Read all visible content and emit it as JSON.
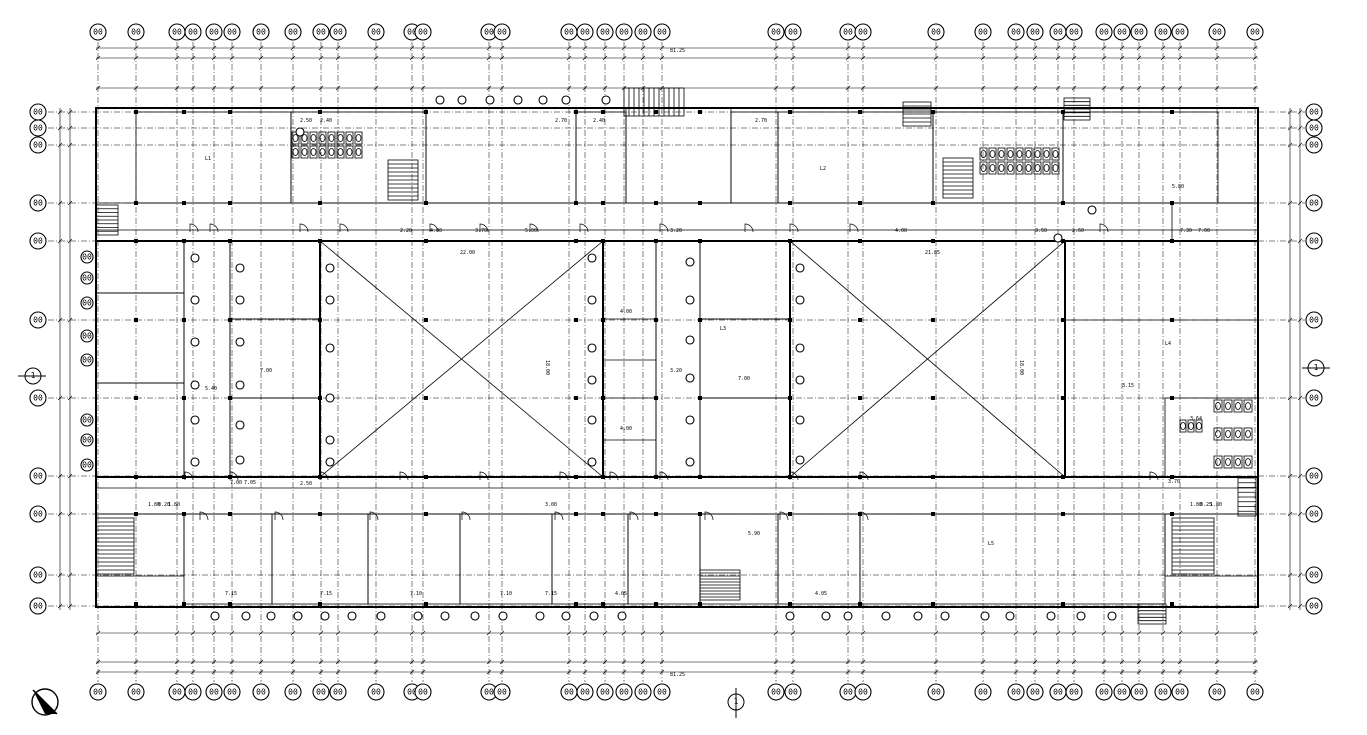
{
  "drawing": {
    "axis_label": "00",
    "top_axes_x": [
      98,
      136,
      177,
      193,
      214,
      232,
      261,
      293,
      321,
      338,
      376,
      412,
      423,
      489,
      502,
      569,
      585,
      605,
      624,
      643,
      662,
      776,
      793,
      848,
      863,
      936,
      983,
      1016,
      1035,
      1058,
      1074,
      1104,
      1122,
      1139,
      1163,
      1180,
      1217,
      1255
    ],
    "bottom_axes_x": [
      98,
      136,
      177,
      193,
      214,
      232,
      261,
      293,
      321,
      338,
      376,
      412,
      423,
      489,
      502,
      569,
      585,
      605,
      624,
      643,
      662,
      776,
      793,
      848,
      863,
      936,
      983,
      1016,
      1035,
      1058,
      1074,
      1104,
      1122,
      1139,
      1163,
      1180,
      1217,
      1255
    ],
    "left_axes_y": [
      112,
      128,
      145,
      203,
      241,
      320,
      398,
      476,
      514,
      575,
      606
    ],
    "right_axes_y": [
      112,
      128,
      145,
      203,
      241,
      320,
      398,
      476,
      514,
      575,
      606
    ],
    "left_inner_axes_y": [
      257,
      278,
      303,
      336,
      360,
      420,
      440,
      465
    ],
    "section_marker": "1",
    "overall_dimension_top": "81.25",
    "overall_dimension_bottom": "81.25",
    "room_labels_top": [
      "2.50",
      "2.40",
      "2.20",
      "4.00",
      "3.70",
      "5.00",
      "2.70",
      "2.40",
      "4.00",
      "3.50",
      "2.60"
    ],
    "hall_span_left": "22.00",
    "hall_span_right": "21.85",
    "hall_depth": "18.00",
    "room_codes": [
      "L1",
      "L2",
      "L3",
      "L4",
      "L5"
    ],
    "dims_bottom_row": [
      "7.15",
      "7.15",
      "7.10",
      "7.10",
      "7.15",
      "4.05",
      "4.05"
    ],
    "inner_dims": [
      "3.20",
      "4.00",
      "7.00",
      "3.20",
      "7.00",
      "4.00",
      "5.40",
      "2.50",
      "3.00",
      "7.00",
      "7.05"
    ],
    "misc_dims": [
      "1.80",
      "0.20",
      "1.80",
      "3.64",
      "1.80",
      "0.25",
      "1.80",
      "2.70",
      "7.30",
      "5.80",
      "7.00",
      "3.15",
      "3.70",
      "5.90"
    ]
  }
}
